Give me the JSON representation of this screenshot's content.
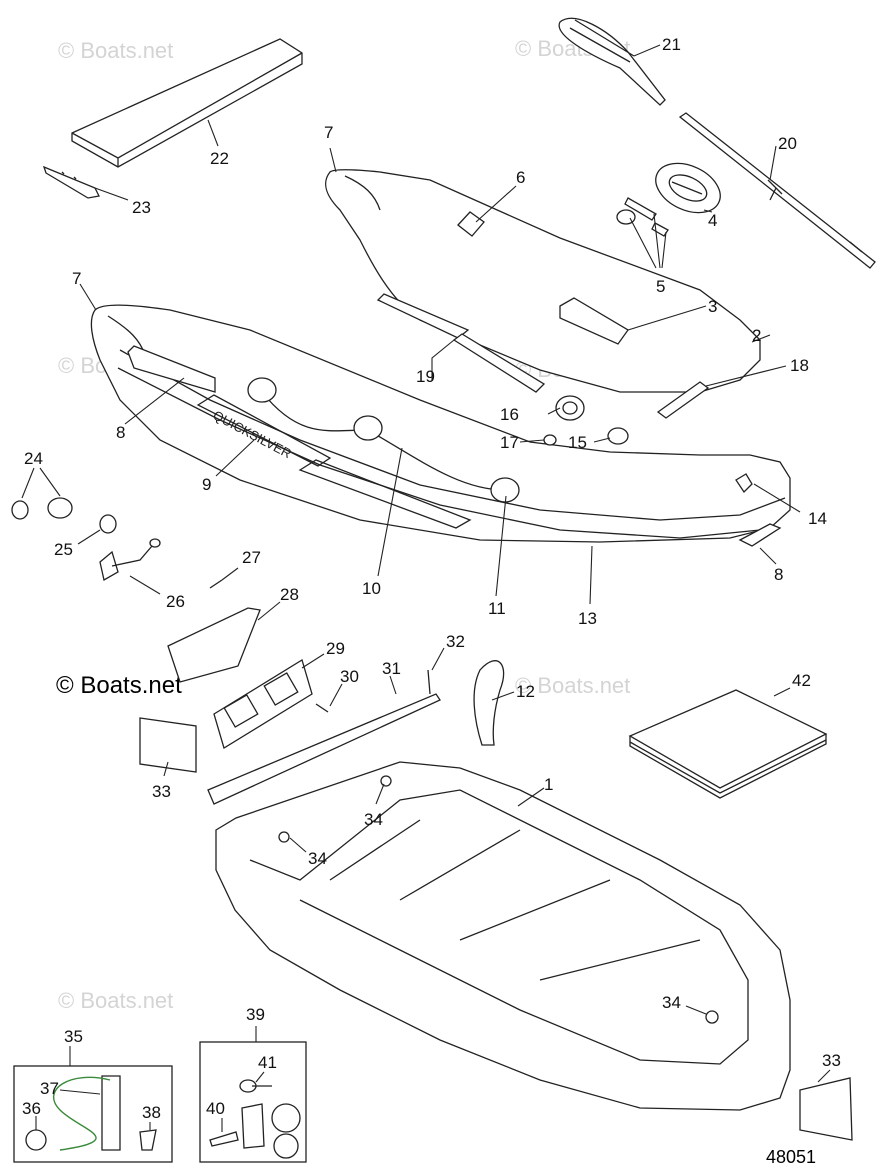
{
  "brand_watermark": "© Boats.net",
  "figure_number": "48051",
  "brand_mark": "QUICKSILVER",
  "callouts": {
    "c1": "1",
    "c2": "2",
    "c3": "3",
    "c4": "4",
    "c5": "5",
    "c6": "6",
    "c7a": "7",
    "c7b": "7",
    "c8a": "8",
    "c8b": "8",
    "c9": "9",
    "c10": "10",
    "c11": "11",
    "c12": "12",
    "c13": "13",
    "c14": "14",
    "c15": "15",
    "c16": "16",
    "c17": "17",
    "c18": "18",
    "c19": "19",
    "c20": "20",
    "c21": "21",
    "c22": "22",
    "c23": "23",
    "c24": "24",
    "c25": "25",
    "c26": "26",
    "c27": "27",
    "c28": "28",
    "c29": "29",
    "c30": "30",
    "c31": "31",
    "c32": "32",
    "c33a": "33",
    "c33b": "33",
    "c34a": "34",
    "c34b": "34",
    "c34c": "34",
    "c35": "35",
    "c36": "36",
    "c37": "37",
    "c38": "38",
    "c39": "39",
    "c40": "40",
    "c41": "41",
    "c42": "42"
  },
  "colors": {
    "line": "#222222",
    "watermark": "#d4d4d4",
    "green_accent": "#3a8a3a"
  }
}
